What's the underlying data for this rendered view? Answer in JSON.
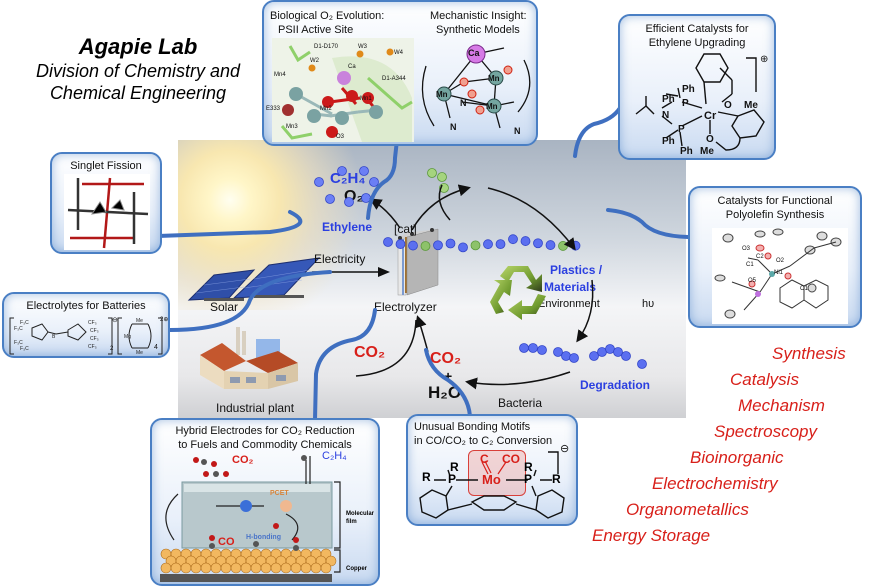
{
  "header": {
    "lab_name": "Agapie Lab",
    "division_line1": "Division of Chemistry and",
    "division_line2": "Chemical Engineering"
  },
  "panels": {
    "o2_evolution": {
      "title_left_line1": "Biological O₂ Evolution:",
      "title_left_line2": "PSII Active Site",
      "title_right_line1": "Mechanistic Insight:",
      "title_right_line2": "Synthetic Models",
      "labels": [
        "D1-D170",
        "W3",
        "W4",
        "W2",
        "Ca",
        "Mn4",
        "D1-A344",
        "O5",
        "O2",
        "O4",
        "E333",
        "O1",
        "Mn2",
        "Mn1",
        "Mn3",
        "O3"
      ],
      "model_labels": [
        "Ca",
        "Mn",
        "Mn",
        "Mn",
        "N",
        "N",
        "N",
        "O"
      ]
    },
    "ethylene_upgrading": {
      "title_line1": "Efficient Catalysts for",
      "title_line2": "Ethylene Upgrading",
      "atoms": [
        "Ph",
        "Ph",
        "P",
        "N",
        "Cr",
        "P",
        "Ph",
        "Ph",
        "O",
        "Me",
        "O",
        "Me"
      ],
      "charge": "⊕"
    },
    "singlet_fission": {
      "title": "Singlet Fission"
    },
    "polyolefin": {
      "title_line1": "Catalysts for Functional",
      "title_line2": "Polyolefin Synthesis",
      "atoms": [
        "O3",
        "C2",
        "O2",
        "C1",
        "Ni1",
        "O5",
        "O1"
      ]
    },
    "batteries": {
      "title": "Electrolytes for Batteries",
      "formula_left": "[B(O₂C₂(CF₃)₄)₂]",
      "charge_left": "⊖",
      "formula_right": "[Mg(DME)₄]",
      "charge_right": "2⊕",
      "subscript_left": "2",
      "subscript_right": "4"
    },
    "hybrid_electrodes": {
      "title_line1": "Hybrid Electrodes for CO₂ Reduction",
      "title_line2": "to Fuels and Commodity Chemicals",
      "co2": "CO₂",
      "c2h4": "C₂H₄",
      "pcet": "PCET",
      "h_bonding": "H-bonding",
      "co": "CO",
      "molecular_film": "Molecular film",
      "copper": "Copper"
    },
    "bonding_motifs": {
      "title_line1": "Unusual Bonding Motifs",
      "title_line2": "in CO/CO₂ to C₂ Conversion",
      "atoms": [
        "R",
        "R",
        "P",
        "Mo",
        "P",
        "R",
        "R",
        "C",
        "CO"
      ],
      "charge": "⊖"
    }
  },
  "scene": {
    "o2": "O₂",
    "electricity": "Electricity",
    "solar": "Solar",
    "electrolyzer": "Electrolyzer",
    "industrial_plant": "Industrial plant",
    "co2_left": "CO₂",
    "co2_right": "CO₂",
    "plus": "+",
    "h2o": "H₂O",
    "bacteria": "Bacteria",
    "c2h4": "C₂H₄",
    "ethylene": "Ethylene",
    "cat": "[cat]",
    "plastics_line1": "Plastics /",
    "plastics_line2": "Materials",
    "environment": "Environment",
    "hv": "hυ",
    "degradation": "Degradation"
  },
  "keywords": [
    "Synthesis",
    "Catalysis",
    "Mechanism",
    "Spectroscopy",
    "Bioinorganic",
    "Electrochemistry",
    "Organometallics",
    "Energy Storage"
  ],
  "colors": {
    "panel_border": "#4a7fc4",
    "connector": "#3f6fc0",
    "keyword_red": "#d8201a",
    "label_blue": "#2b3fe0",
    "bead_blue": "#5b6ff0",
    "bead_green": "#8dc26a"
  }
}
